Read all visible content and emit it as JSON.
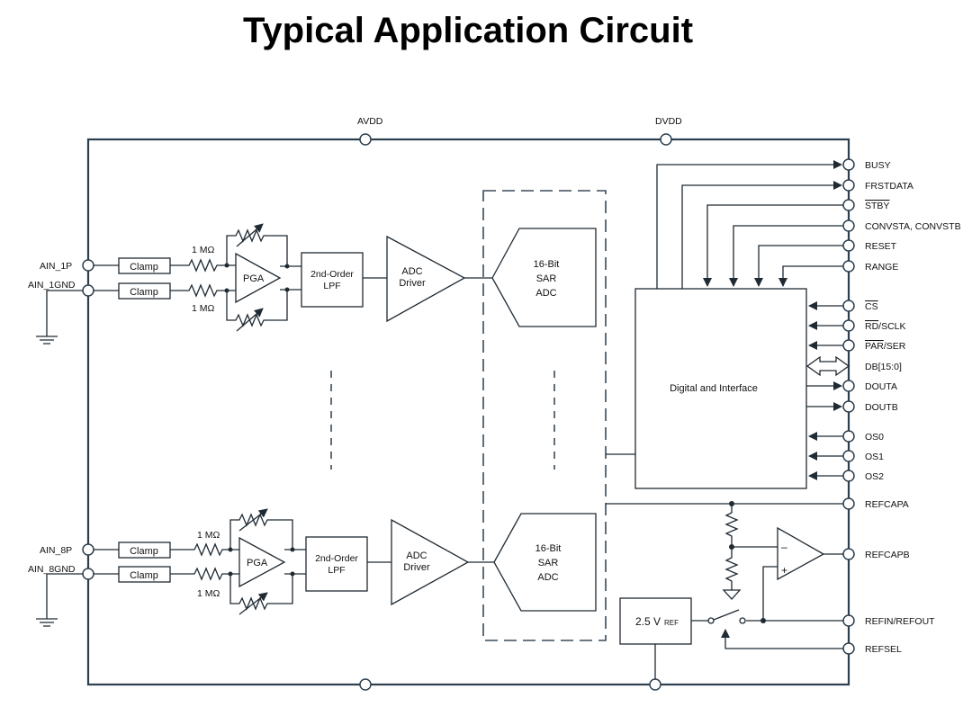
{
  "title": "Typical Application Circuit",
  "supplies": {
    "avdd": "AVDD",
    "dvdd": "DVDD"
  },
  "inputs": {
    "ch1_pos": "AIN_1P",
    "ch1_gnd": "AIN_1GND",
    "ch8_pos": "AIN_8P",
    "ch8_gnd": "AIN_8GND"
  },
  "blocks": {
    "clamp": "Clamp",
    "resistor": "1 MΩ",
    "pga": "PGA",
    "lpf_line1": "2nd-Order",
    "lpf_line2": "LPF",
    "driver_line1": "ADC",
    "driver_line2": "Driver",
    "adc_line1": "16-Bit",
    "adc_line2": "SAR",
    "adc_line3": "ADC",
    "digital": "Digital and Interface",
    "ref_value": "2.5 V",
    "ref_sub": "REF"
  },
  "opamp": {
    "minus": "–",
    "plus": "+"
  },
  "pins_right": {
    "busy": "BUSY",
    "frstdata": "FRSTDATA",
    "stby": "STBY",
    "convst": "CONVSTA, CONVSTB",
    "reset": "RESET",
    "range": "RANGE",
    "cs": "CS",
    "rd_overbar": "RD",
    "rd_rest": "/SCLK",
    "par_overbar": "PAR",
    "par_rest": "/SER",
    "db": "DB[15:0]",
    "douta": "DOUTA",
    "doutb": "DOUTB",
    "os0": "OS0",
    "os1": "OS1",
    "os2": "OS2",
    "refcapa": "REFCAPA",
    "refcapb": "REFCAPB",
    "refin": "REFIN/REFOUT",
    "refsel": "REFSEL"
  },
  "colors": {
    "line": "#1f2a33",
    "chip_border": "#2d3f4e",
    "background": "#ffffff"
  }
}
